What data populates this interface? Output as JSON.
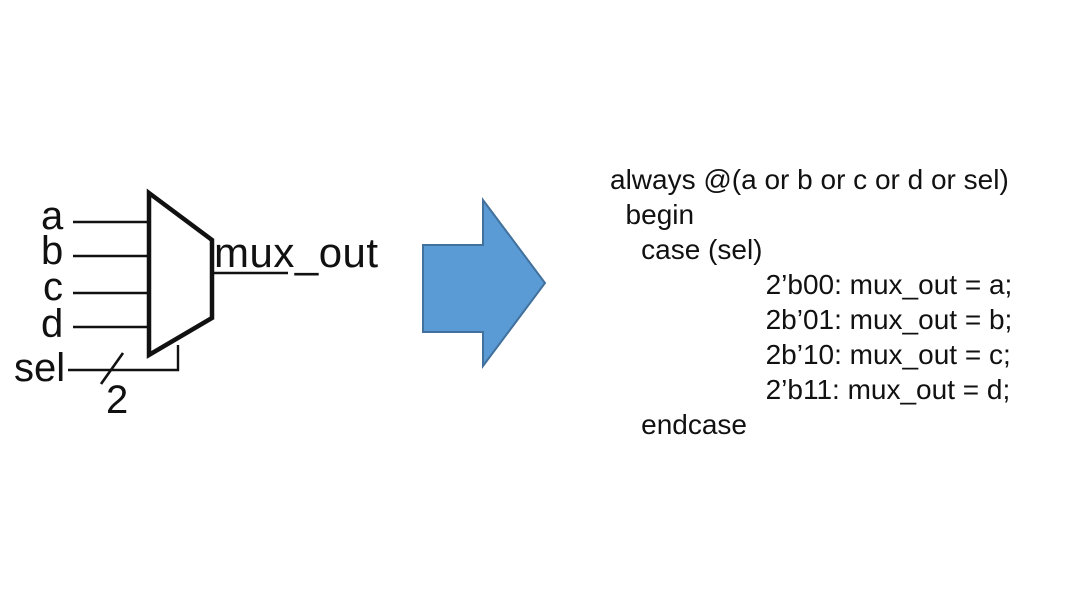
{
  "colors": {
    "arrow_fill": "#5b9bd5",
    "arrow_border": "#41719c",
    "ink": "#111111",
    "line": "#111111",
    "background": "#ffffff"
  },
  "diagram": {
    "inputs": [
      "a",
      "b",
      "c",
      "d"
    ],
    "select_label": "sel",
    "bus_width_label": "2",
    "output_label": "mux_out"
  },
  "code": {
    "lines": [
      "always @(a or b or c or d or sel)",
      "  begin",
      "    case (sel)",
      "                    2’b00: mux_out = a;",
      "                    2b’01: mux_out = b;",
      "                    2b’10: mux_out = c;",
      "                    2’b11: mux_out = d;",
      "    endcase"
    ]
  }
}
